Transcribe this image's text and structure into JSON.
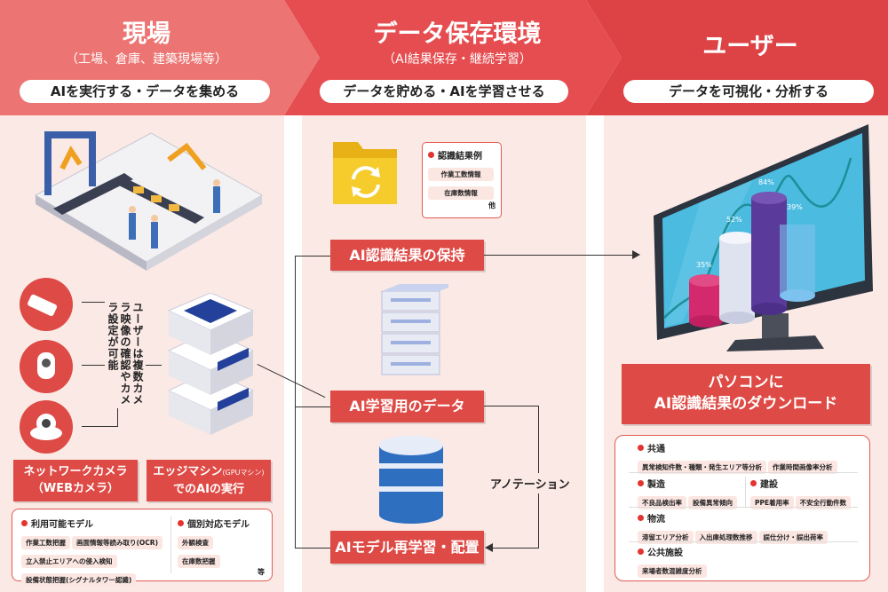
{
  "columns": [
    {
      "title": "現場",
      "subtitle": "（工場、倉庫、建築現場等）",
      "tagline": "AIを実行する・データを集める"
    },
    {
      "title": "データ保存環境",
      "subtitle": "（AI結果保存・継続学習）",
      "tagline": "データを貯める・AIを学習させる"
    },
    {
      "title": "ユーザー",
      "subtitle": "",
      "tagline": "データを可視化・分析する"
    }
  ],
  "colors": {
    "header_left": "#ec7573",
    "header_mid": "#e64d50",
    "header_right": "#dd4245",
    "panel_bg": "#fbe9e5",
    "accent": "#de4a45"
  },
  "site": {
    "camera_note": "ユーザーは複数カメラ映像の確認やカメラ設定が可能",
    "camera_label": "ネットワークカメラ（WEBカメラ）",
    "edge_label_main": "エッジマシン",
    "edge_label_small": "(GPUマシン)",
    "edge_label_line2": "でのAIの実行",
    "models": {
      "available_title": "利用可能モデル",
      "available": [
        "作業工数把握",
        "画面情報等読み取り(OCR)",
        "立入禁止エリアへの侵入検知",
        "設備状態把握(シグナルタワー認識)"
      ],
      "custom_title": "個別対応モデル",
      "custom": [
        "外観検査",
        "在庫数把握"
      ],
      "etc": "等"
    }
  },
  "storage": {
    "example_title": "認識結果例",
    "examples": [
      "作業工数情報",
      "在庫数情報"
    ],
    "example_etc": "他",
    "retain": "AI認識結果の保持",
    "training": "AI学習用のデータ",
    "retrain": "AIモデル再学習・配置",
    "annotation": "アノテーション"
  },
  "user": {
    "chart_labels": [
      "35%",
      "52%",
      "84%",
      "39%"
    ],
    "download_line1": "パソコンに",
    "download_line2": "AI認識結果のダウンロード",
    "categories": [
      {
        "title": "共通",
        "items": [
          "異常検知件数・種類・発生エリア等分析",
          "作業時間画像率分析"
        ]
      },
      {
        "title": "製造",
        "items": [
          "不良品検出率",
          "設備異常傾向"
        ]
      },
      {
        "title": "建設",
        "items": [
          "PPE着用率",
          "不安全行動件数"
        ]
      },
      {
        "title": "物流",
        "items": [
          "滞留エリア分析",
          "入出庫処理数推移",
          "誤仕分け・誤出荷率"
        ]
      },
      {
        "title": "公共施設",
        "items": [
          "来場者数混雑度分析"
        ]
      }
    ]
  }
}
